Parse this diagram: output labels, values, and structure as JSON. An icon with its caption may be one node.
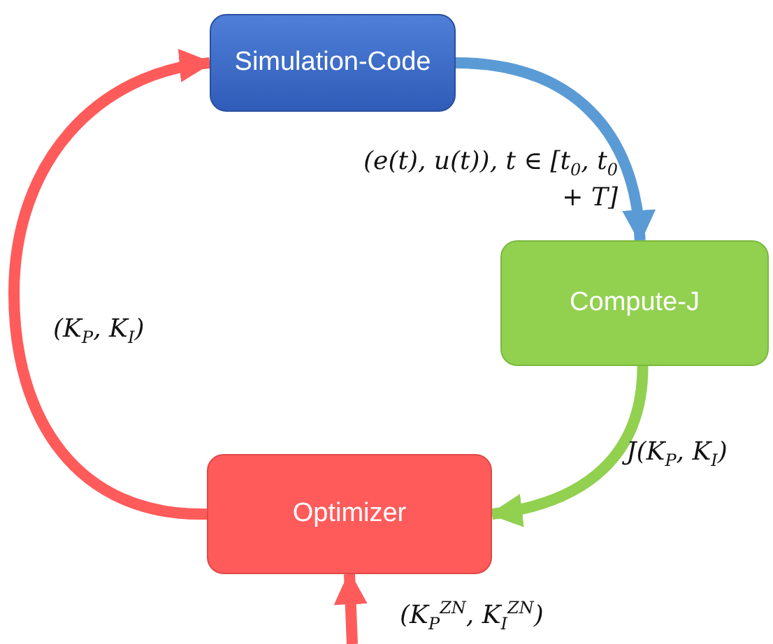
{
  "diagram": {
    "nodes": [
      {
        "text": [
          "Simulation-Code"
        ]
      },
      {
        "text": [
          "Compute-J"
        ]
      },
      {
        "text": [
          "Optimizer"
        ]
      }
    ],
    "edges": [
      {
        "from": 0,
        "to": 1,
        "arrow": "to",
        "label": "(e(t), u(t)), t ∈ [t$_{0}$, t$_{0}$ + T]",
        "color": "#5b9bd5"
      },
      {
        "from": 1,
        "to": 2,
        "arrow": "to",
        "label": "J(K$_{P}$, K$_{I}$)",
        "color": "#92d050"
      },
      {
        "from": 2,
        "to": 0,
        "arrow": "to",
        "label": "(K$_{P}$, K$_{I}$)",
        "color": "#ff5b5b"
      },
      {
        "from": null,
        "to": 2,
        "arrow": "to",
        "label": "(K$_{P}$$^{ZN}$, K$_{I}$$^{ZN}$)",
        "color": "#ff5b5b"
      }
    ]
  }
}
